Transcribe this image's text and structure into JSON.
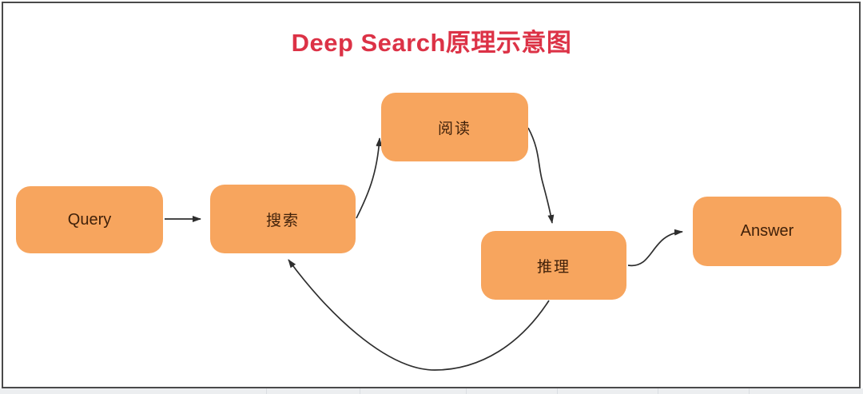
{
  "title": "Deep Search原理示意图",
  "colors": {
    "node_fill": "#F7A55E",
    "node_text": "#40210A",
    "title_color": "#DC3246",
    "arrow_color": "#2E2E2E",
    "canvas_border": "#4A4A4A",
    "footer_strip": "#ECEEF0"
  },
  "nodes": [
    {
      "id": "query",
      "label": "Query"
    },
    {
      "id": "search",
      "label": "搜索"
    },
    {
      "id": "read",
      "label": "阅读"
    },
    {
      "id": "reason",
      "label": "推理"
    },
    {
      "id": "answer",
      "label": "Answer"
    }
  ],
  "edges": [
    {
      "from": "query",
      "to": "search"
    },
    {
      "from": "search",
      "to": "read"
    },
    {
      "from": "read",
      "to": "reason"
    },
    {
      "from": "reason",
      "to": "answer"
    },
    {
      "from": "reason",
      "to": "search"
    }
  ]
}
